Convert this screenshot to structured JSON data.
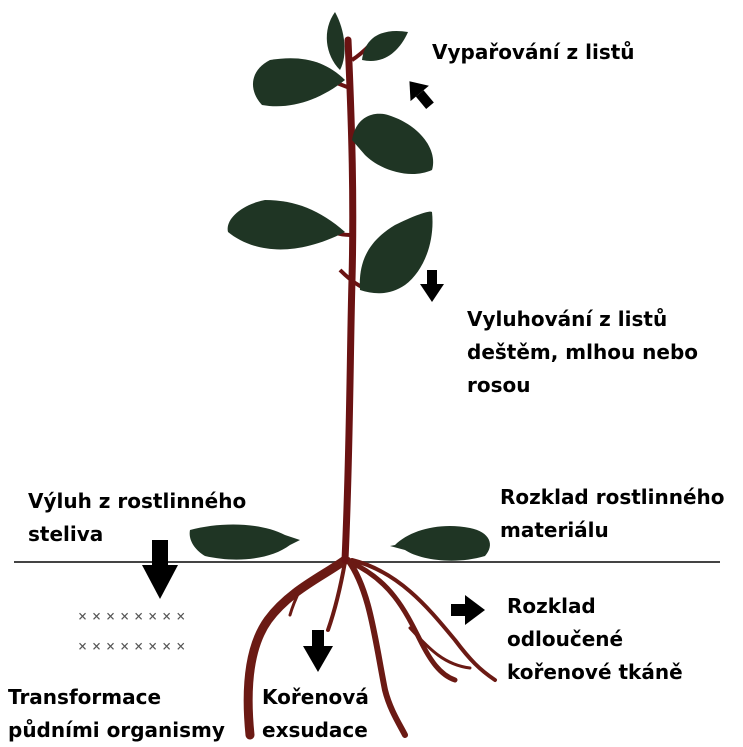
{
  "labels": {
    "transpiration": "Vypařování z listů",
    "leaching_leaves": [
      "Vyluhování z listů",
      "deštěm, mlhou nebo",
      "rosou"
    ],
    "litter_leachate": [
      "Výluh z rostlinného",
      "steliva"
    ],
    "decomposition_plant": [
      "Rozklad rostlinného",
      "materiálu"
    ],
    "decomposition_root": [
      "Rozklad",
      "odloučené",
      "kořenové tkáně"
    ],
    "transformation": [
      "Transformace",
      "půdními organismy"
    ],
    "root_exudation": [
      "Kořenová",
      "exsudace"
    ]
  },
  "soil_marks": {
    "row1": "××××××××",
    "row2": "××××××××"
  },
  "colors": {
    "leaf": "#1f3524",
    "stem": "#6a1212",
    "root": "#6b1a14",
    "arrow": "#000000",
    "ground": "#444444"
  }
}
